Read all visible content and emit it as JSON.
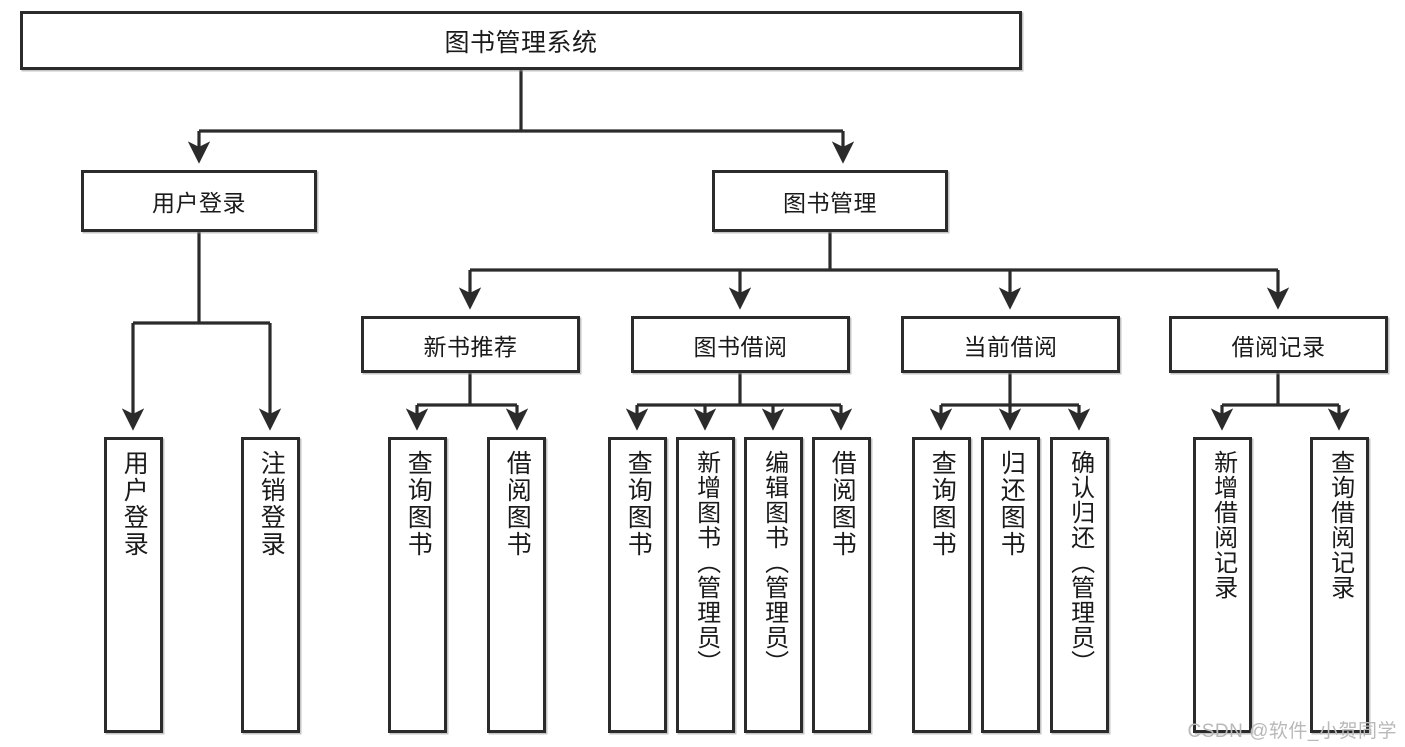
{
  "diagram": {
    "type": "tree-hierarchy",
    "title": "图书管理系统",
    "watermark": "CSDN @软件_小贺同学",
    "colors": {
      "stroke": "#2b2b2b",
      "fill": "#ffffff",
      "text": "#1a1a1a",
      "watermark": "#b9b9b9"
    },
    "nodes": {
      "root": {
        "label": "图书管理系统",
        "level": 0
      },
      "l1": [
        {
          "id": "user-login",
          "label": "用户登录"
        },
        {
          "id": "book-manage",
          "label": "图书管理"
        }
      ],
      "l2": [
        {
          "id": "new-book-rec",
          "label": "新书推荐",
          "parent": "book-manage"
        },
        {
          "id": "book-borrow",
          "label": "图书借阅",
          "parent": "book-manage"
        },
        {
          "id": "current-borrow",
          "label": "当前借阅",
          "parent": "book-manage"
        },
        {
          "id": "borrow-record",
          "label": "借阅记录",
          "parent": "book-manage"
        }
      ],
      "leaves": [
        {
          "id": "leaf-user-login",
          "label": "用户登录",
          "parent": "user-login"
        },
        {
          "id": "leaf-logout",
          "label": "注销登录",
          "parent": "user-login"
        },
        {
          "id": "leaf-query-book-1",
          "label": "查询图书",
          "parent": "new-book-rec"
        },
        {
          "id": "leaf-borrow-book-1",
          "label": "借阅图书",
          "parent": "new-book-rec"
        },
        {
          "id": "leaf-query-book-2",
          "label": "查询图书",
          "parent": "book-borrow"
        },
        {
          "id": "leaf-add-book",
          "label": "新增图书（管理员）",
          "parent": "book-borrow"
        },
        {
          "id": "leaf-edit-book",
          "label": "编辑图书（管理员）",
          "parent": "book-borrow"
        },
        {
          "id": "leaf-borrow-book-2",
          "label": "借阅图书",
          "parent": "book-borrow"
        },
        {
          "id": "leaf-query-book-3",
          "label": "查询图书",
          "parent": "current-borrow"
        },
        {
          "id": "leaf-return-book",
          "label": "归还图书",
          "parent": "current-borrow"
        },
        {
          "id": "leaf-confirm-return",
          "label": "确认归还（管理员）",
          "parent": "current-borrow"
        },
        {
          "id": "leaf-add-record",
          "label": "新增借阅记录",
          "parent": "borrow-record"
        },
        {
          "id": "leaf-query-record",
          "label": "查询借阅记录",
          "parent": "borrow-record"
        }
      ]
    }
  }
}
